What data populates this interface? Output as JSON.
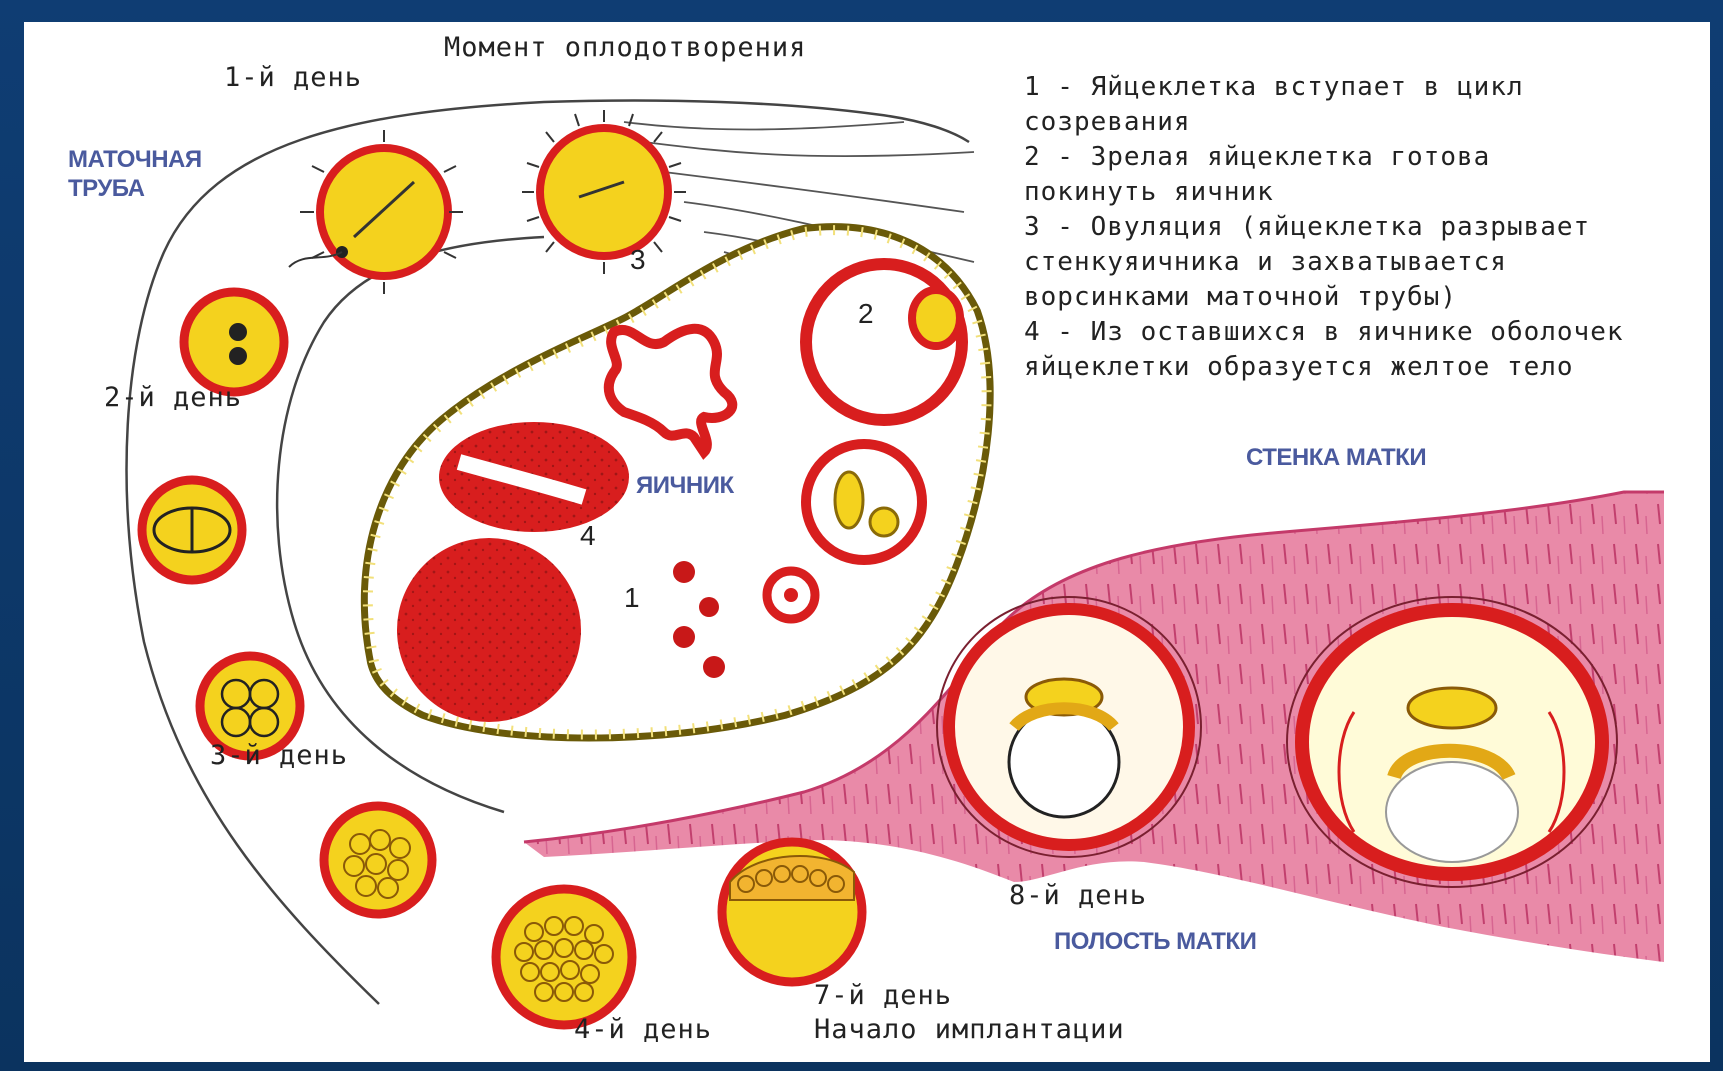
{
  "labels": {
    "fertilization": "Момент оплодотворения",
    "day1": "1-й день",
    "day2": "2-й день",
    "day3": "3-й день",
    "day4": "4-й день",
    "day7": "7-й день",
    "implant_start": "Начало имплантации",
    "day8": "8-й день",
    "tube": "МАТОЧНАЯ\nТРУБА",
    "ovary": "ЯИЧНИК",
    "uterus_wall": "СТЕНКА МАТКИ",
    "uterus_cavity": "ПОЛОСТЬ МАТКИ",
    "n1": "1",
    "n2": "2",
    "n3": "3",
    "n4": "4"
  },
  "legend": [
    "1 - Яйцеклетка вступает в цикл",
    "созревания",
    "2 - Зрелая яйцеклетка готова",
    "покинуть яичник",
    "3 - Овуляция (яйцеклетка разрывает",
    "стенкуяичника и захватывается",
    "ворсинками маточной трубы)",
    "4 - Из оставшихся в яичнике оболочек",
    "яйцеклетки образуется желтое тело"
  ],
  "colors": {
    "frame": "#0e3a6e",
    "red": "#d81e1e",
    "yellow": "#f4d21e",
    "pink": "#e45b8a",
    "blue_label": "#4a5a9e"
  }
}
